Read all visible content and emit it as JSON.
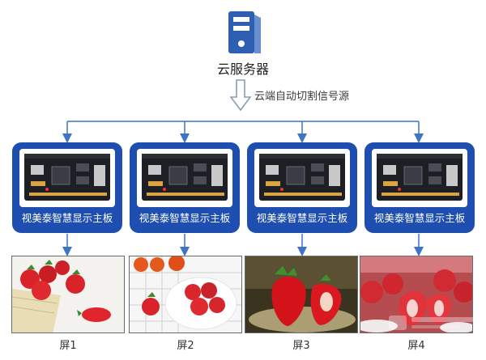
{
  "server": {
    "label": "云服务器",
    "icon": "server-icon"
  },
  "signal": {
    "label": "云端自动切割信号源"
  },
  "colors": {
    "accent": "#1e4fb0",
    "connector": "#3d74c8",
    "arrow_outline": "#8a9bb8"
  },
  "boards": [
    {
      "label": "视美泰智慧显示主板"
    },
    {
      "label": "视美泰智慧显示主板"
    },
    {
      "label": "视美泰智慧显示主板"
    },
    {
      "label": "视美泰智慧显示主板"
    }
  ],
  "screens": [
    {
      "label": "屏1",
      "image": "strawberries-on-placemat"
    },
    {
      "label": "屏2",
      "image": "strawberries-and-tomatoes"
    },
    {
      "label": "屏3",
      "image": "strawberries-on-glass-plate"
    },
    {
      "label": "屏4",
      "image": "halved-strawberries"
    }
  ]
}
